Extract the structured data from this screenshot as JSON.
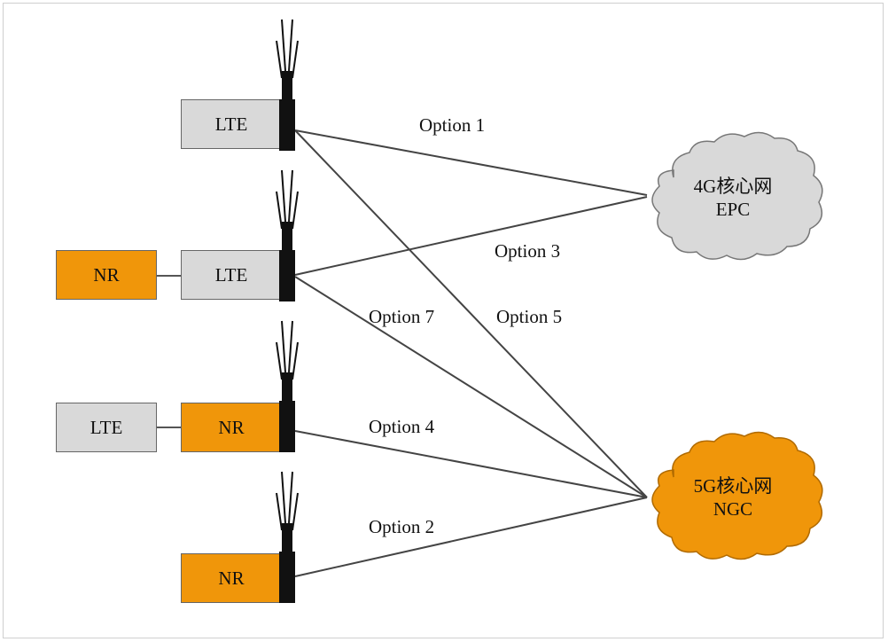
{
  "nodes": {
    "row1": {
      "box": "LTE"
    },
    "row2": {
      "secondary": "NR",
      "box": "LTE"
    },
    "row3": {
      "secondary": "LTE",
      "box": "NR"
    },
    "row4": {
      "box": "NR"
    }
  },
  "cores": {
    "epc": {
      "line1": "4G核心网",
      "line2": "EPC",
      "color": "#d9d9d9"
    },
    "ngc": {
      "line1": "5G核心网",
      "line2": "NGC",
      "color": "#f0960a"
    }
  },
  "options": {
    "opt1": "Option 1",
    "opt3": "Option 3",
    "opt7": "Option 7",
    "opt5": "Option 5",
    "opt4": "Option 4",
    "opt2": "Option 2"
  },
  "colors": {
    "lte": "#d9d9d9",
    "nr": "#f0960a",
    "link": "#444444"
  }
}
